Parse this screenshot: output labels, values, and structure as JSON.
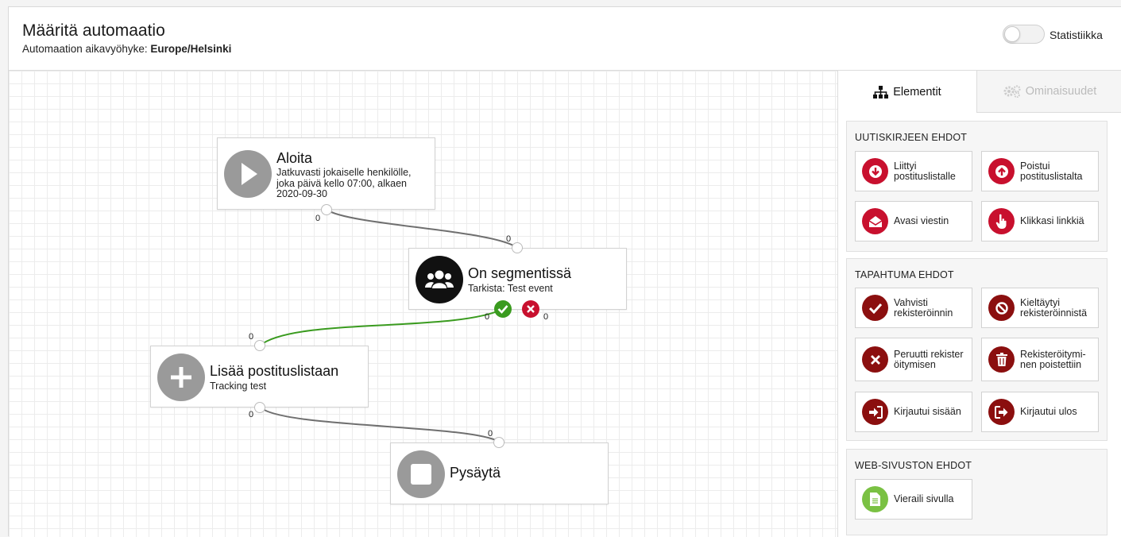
{
  "header": {
    "title": "Määritä automaatio",
    "timezone_label": "Automaation aikavyöhyke: ",
    "timezone_value": "Europe/Helsinki",
    "stats_toggle_label": "Statistiikka",
    "stats_toggle_on": false
  },
  "canvas": {
    "nodes": {
      "start": {
        "title": "Aloita",
        "desc": [
          "Jatkuvasti jokaiselle henkilölle,",
          "joka päivä kello 07:00, alkaen",
          "2020-09-30"
        ],
        "out_count": "0"
      },
      "segment": {
        "title": "On segmentissä",
        "desc": "Tarkista: Test event",
        "in_count": "0",
        "yes_count": "0",
        "no_count": "0"
      },
      "add": {
        "title": "Lisää postituslistaan",
        "desc": "Tracking test",
        "in_count": "0",
        "out_count": "0"
      },
      "stop": {
        "title": "Pysäytä",
        "in_count": "0"
      }
    },
    "colors": {
      "wire": "#6f6f6f",
      "yes_wire": "#3a9b1f",
      "yes": "#3a9b1f",
      "no": "#c8102e"
    }
  },
  "panel": {
    "tabs": [
      {
        "label": "Elementit",
        "icon": "sitemap-icon",
        "active": true
      },
      {
        "label": "Ominaisuudet",
        "icon": "gears-icon",
        "active": false
      }
    ],
    "sections": [
      {
        "title": "UUTISKIRJEEN EHDOT",
        "items": [
          {
            "label": "Liittyi postituslistalle",
            "icon": "arrow-down-circle-icon",
            "color": "#c8102e"
          },
          {
            "label": "Poistui postituslistalta",
            "icon": "arrow-up-circle-icon",
            "color": "#c8102e"
          },
          {
            "label": "Avasi viestin",
            "icon": "envelope-open-icon",
            "color": "#c8102e"
          },
          {
            "label": "Klikkasi linkkiä",
            "icon": "hand-pointer-icon",
            "color": "#c8102e"
          }
        ]
      },
      {
        "title": "TAPAHTUMA EHDOT",
        "items": [
          {
            "label": "Vahvisti rekisteröinnin",
            "icon": "check-icon",
            "color": "#8b0f0f"
          },
          {
            "label": "Kieltäytyi rekisteröinnistä",
            "icon": "ban-icon",
            "color": "#8b0f0f"
          },
          {
            "label": "Peruutti rekisteröitymisen",
            "icon": "times-icon",
            "color": "#8b0f0f"
          },
          {
            "label": "Rekisteröitymi-nen poistettiin",
            "icon": "trash-icon",
            "color": "#8b0f0f"
          },
          {
            "label": "Kirjautui sisään",
            "icon": "sign-in-icon",
            "color": "#8b0f0f"
          },
          {
            "label": "Kirjautui ulos",
            "icon": "sign-out-icon",
            "color": "#8b0f0f"
          }
        ]
      },
      {
        "title": "WEB-SIVUSTON EHDOT",
        "items": [
          {
            "label": "Vieraili sivulla",
            "icon": "file-icon",
            "color": "#7ac143"
          }
        ]
      }
    ]
  }
}
